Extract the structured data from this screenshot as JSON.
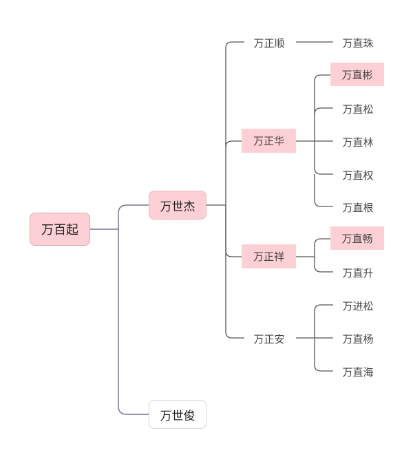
{
  "colors": {
    "highlight": "#fdd0d5",
    "connector_root": "#7b6fa5",
    "connector": "#555555"
  },
  "root": {
    "label": "万百起",
    "highlighted": true
  },
  "children": [
    {
      "label": "万世杰",
      "highlighted": true,
      "children": [
        {
          "label": "万正顺",
          "highlighted": false,
          "children": [
            {
              "label": "万直珠",
              "highlighted": false
            }
          ]
        },
        {
          "label": "万正华",
          "highlighted": true,
          "children": [
            {
              "label": "万直彬",
              "highlighted": true
            },
            {
              "label": "万直松",
              "highlighted": false
            },
            {
              "label": "万直林",
              "highlighted": false
            },
            {
              "label": "万直权",
              "highlighted": false
            },
            {
              "label": "万直根",
              "highlighted": false
            }
          ]
        },
        {
          "label": "万正祥",
          "highlighted": true,
          "children": [
            {
              "label": "万直畅",
              "highlighted": true
            },
            {
              "label": "万直升",
              "highlighted": false
            }
          ]
        },
        {
          "label": "万正安",
          "highlighted": false,
          "children": [
            {
              "label": "万进松",
              "highlighted": false
            },
            {
              "label": "万直杨",
              "highlighted": false
            },
            {
              "label": "万直海",
              "highlighted": false
            }
          ]
        }
      ]
    },
    {
      "label": "万世俊",
      "highlighted": false,
      "children": []
    }
  ]
}
